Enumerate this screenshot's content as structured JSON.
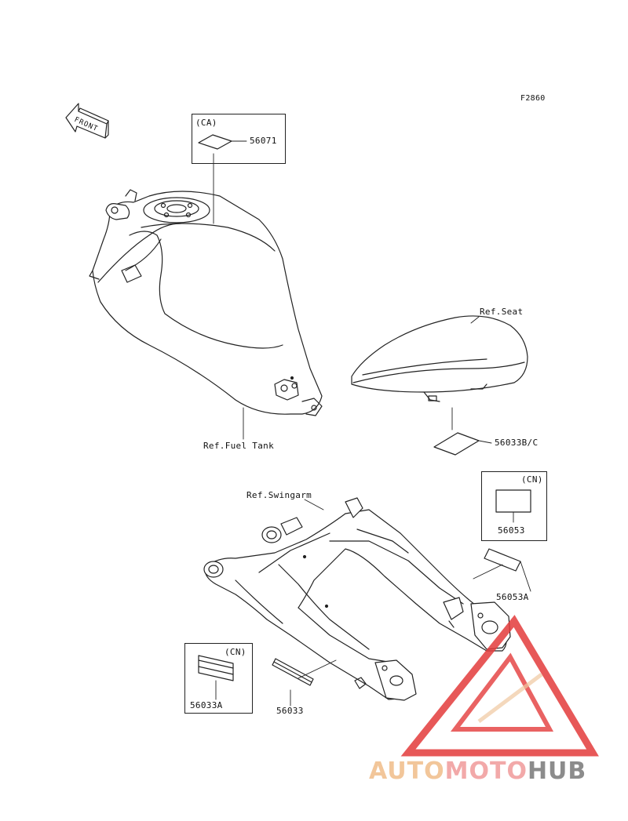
{
  "figure_code": "F2860",
  "front_arrow": "FRONT",
  "parts": {
    "p56071": {
      "code": "56071",
      "tag": "(CA)"
    },
    "p56033bc": {
      "code": "56033B/C"
    },
    "p56053": {
      "code": "56053",
      "tag": "(CN)"
    },
    "p56053a": {
      "code": "56053A"
    },
    "p56033a": {
      "code": "56033A",
      "tag": "(CN)"
    },
    "p56033": {
      "code": "56033"
    }
  },
  "refs": {
    "fuel_tank": "Ref.Fuel Tank",
    "seat": "Ref.Seat",
    "swingarm": "Ref.Swingarm"
  },
  "watermark": {
    "part1": "AUTO",
    "part2": "MOTO",
    "part3": "HUB"
  },
  "colors": {
    "line": "#222222",
    "watermark_red": "#e33b3b",
    "watermark_orange": "#f2c69a"
  }
}
